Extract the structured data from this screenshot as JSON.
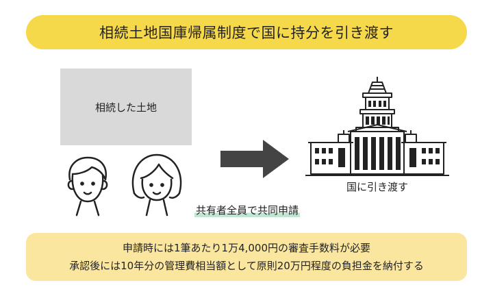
{
  "title": "相続土地国庫帰属制度で国に持分を引き渡す",
  "land_label": "相続した土地",
  "government_label": "国に引き渡す",
  "owners_label": "共有者全員で共同申請",
  "notes": [
    "申請時には1筆あたり1万4,000円の審査手数料が必要",
    "承認後には10年分の管理費相当額として原則20万円程度の負担金を納付する"
  ],
  "colors": {
    "banner": "#f6d94a",
    "note_box": "#fbe6a0",
    "land_box": "#d9d9d9",
    "arrow": "#444444",
    "owners_underline": "#bfe6d0"
  },
  "icons": [
    "person-icon",
    "arrow-right-icon",
    "diet-building-icon"
  ]
}
